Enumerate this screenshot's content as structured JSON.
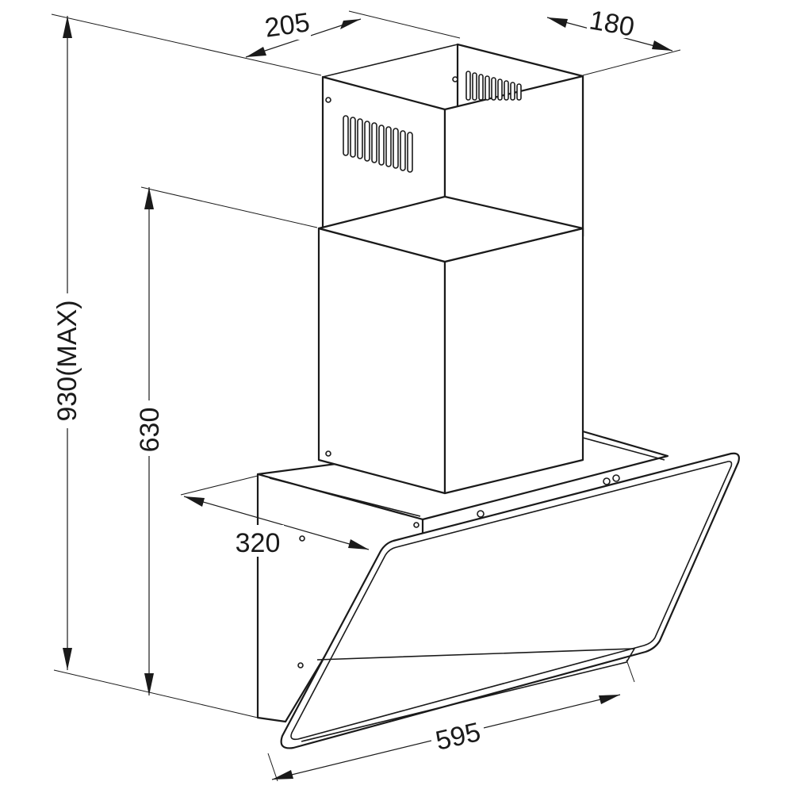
{
  "dimensions": {
    "chimney_depth": "205",
    "chimney_width": "180",
    "total_height": "930(MAX)",
    "hood_height": "630",
    "hood_depth": "320",
    "hood_width": "595"
  }
}
